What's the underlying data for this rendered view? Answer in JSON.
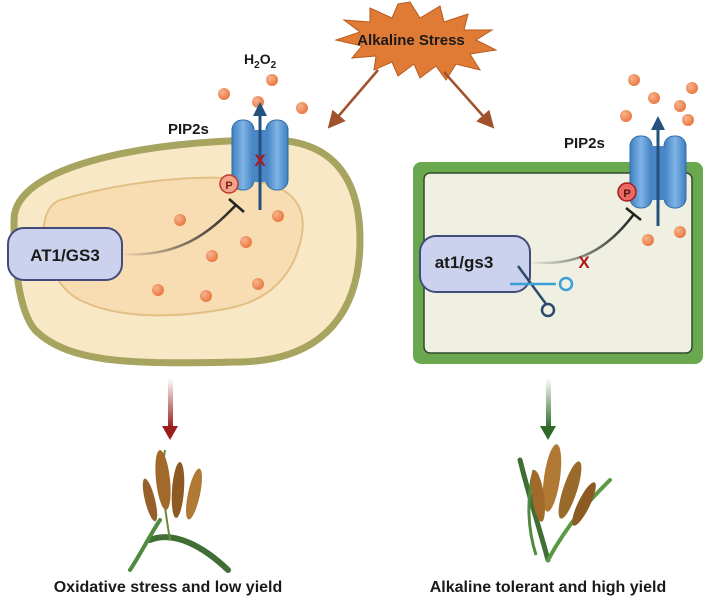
{
  "stress_label": "Alkaline Stress",
  "h2o2": {
    "base": "H",
    "sub1": "2",
    "mid": "O",
    "sub2": "2"
  },
  "left": {
    "channel_label": "PIP2s",
    "gene_label": "AT1/GS3",
    "phospho_label": "P",
    "block_mark": "X",
    "caption": "Oxidative stress and low yield"
  },
  "right": {
    "channel_label": "PIP2s",
    "gene_label": "at1/gs3",
    "phospho_label": "P",
    "block_mark": "X",
    "caption": "Alkaline tolerant and high yield"
  },
  "colors": {
    "burst": "#e07b35",
    "h2o2_dot": "#ef8d5a",
    "channel": "#5b9bd5",
    "gene_box": "#ccd2ee",
    "left_wall": "#a7a460",
    "left_cyto": "#f9e8c6",
    "right_wall": "#6aa84f",
    "right_cyto": "#eff0e2",
    "left_arrow": "#9b1c1c",
    "right_arrow": "#2e6b2a"
  }
}
